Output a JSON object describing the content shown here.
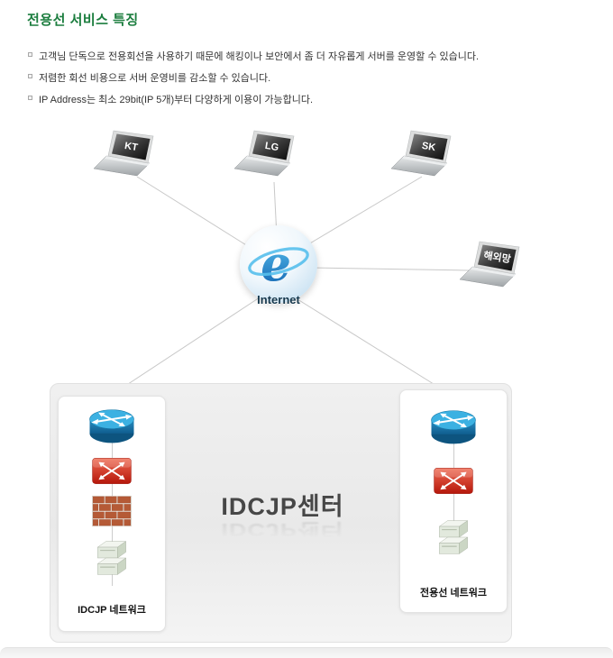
{
  "header": {
    "title": "전용선 서비스 특징"
  },
  "features": [
    "고객님 단독으로 전용회선을 사용하기 때문에 해킹이나 보안에서 좀 더 자유롭게 서버를 운영할 수 있습니다.",
    "저렴한 회선 비용으로 서버 운영비를 감소할 수 있습니다.",
    "IP Address는 최소 29bit(IP 5개)부터 다양하게 이용이 가능합니다."
  ],
  "diagram": {
    "laptops": [
      {
        "id": "kt",
        "label": "KT"
      },
      {
        "id": "lg",
        "label": "LG"
      },
      {
        "id": "sk",
        "label": "SK"
      },
      {
        "id": "overseas",
        "label": "해외망"
      }
    ],
    "internet": {
      "label": "Internet",
      "icon": "internet-explorer-e-icon"
    },
    "idc_box": {
      "center_label": "IDCJP센터",
      "left_panel": {
        "label": "IDCJP 네트워크",
        "device_icons": [
          "router-icon",
          "switch-icon",
          "firewall-icon",
          "server-icon"
        ]
      },
      "right_panel": {
        "label": "전용선 네트워크",
        "device_icons": [
          "router-icon",
          "switch-icon",
          "server-icon"
        ]
      }
    },
    "colors": {
      "title_green": "#1b7d3e",
      "router_blue": "#2b8ec4",
      "switch_red": "#c6281c",
      "firewall_brick": "#b55a36",
      "connection_line": "#c8c8c8"
    }
  }
}
